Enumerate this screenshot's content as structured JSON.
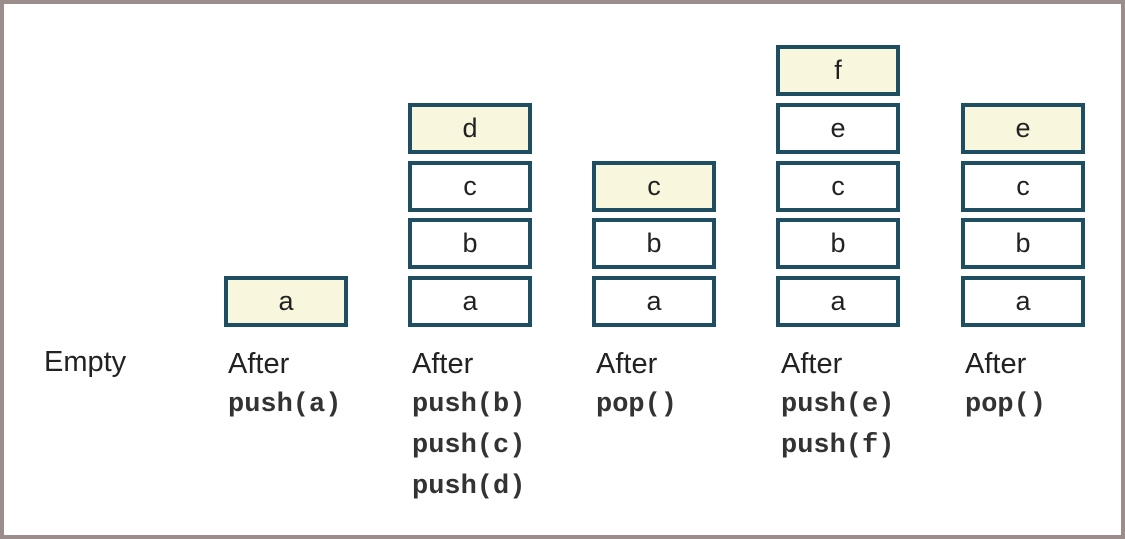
{
  "colors": {
    "border": "#1f4e63",
    "top_fill": "#f8f6dc",
    "frame": "#9a8d8b"
  },
  "states": [
    {
      "label": "Empty",
      "ops": [],
      "cells": []
    },
    {
      "label": "After",
      "ops": [
        "push(a)"
      ],
      "cells": [
        "a"
      ]
    },
    {
      "label": "After",
      "ops": [
        "push(b)",
        "push(c)",
        "push(d)"
      ],
      "cells": [
        "a",
        "b",
        "c",
        "d"
      ]
    },
    {
      "label": "After",
      "ops": [
        "pop()"
      ],
      "cells": [
        "a",
        "b",
        "c"
      ]
    },
    {
      "label": "After",
      "ops": [
        "push(e)",
        "push(f)"
      ],
      "cells": [
        "a",
        "b",
        "c",
        "e",
        "f"
      ]
    },
    {
      "label": "After",
      "ops": [
        "pop()"
      ],
      "cells": [
        "a",
        "b",
        "c",
        "e"
      ]
    }
  ]
}
